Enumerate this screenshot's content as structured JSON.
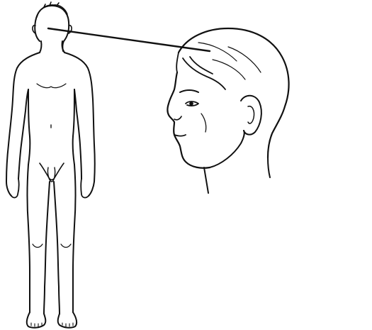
{
  "figure": {
    "background_color": "#ffffff",
    "ink_color": "#111111",
    "elements": {
      "full_body": "standing-human-figure",
      "head_detail": "head-profile-closeup",
      "connector": "callout-line"
    }
  }
}
